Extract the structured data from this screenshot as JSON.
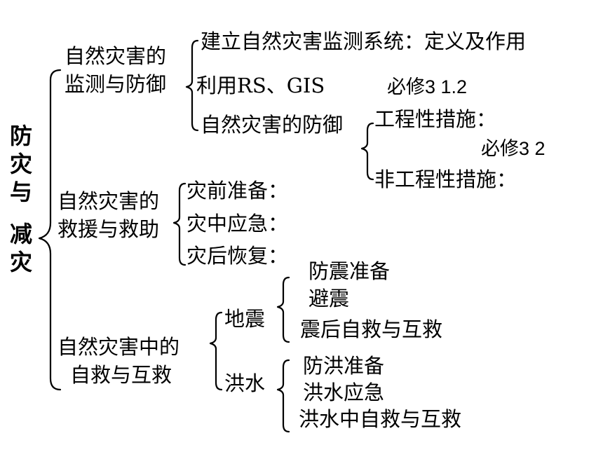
{
  "root": {
    "chars": [
      "防",
      "灾",
      "与",
      "减",
      "灾"
    ]
  },
  "branch1": {
    "title_line1": "自然灾害的",
    "title_line2": "监测与防御",
    "item1": "建立自然灾害监测系统：定义及作用",
    "item2_text": "利用RS、GIS",
    "item2_ref": "必修3  1.2",
    "item3": "自然灾害的防御",
    "sub1": "工程性措施：",
    "sub1_ref": "必修3  2",
    "sub2": "非工程性措施："
  },
  "branch2": {
    "title_line1": "自然灾害的",
    "title_line2": "救援与救助",
    "items": [
      "灾前准备：",
      "灾中应急：",
      "灾后恢复："
    ]
  },
  "branch3": {
    "title_line1": "自然灾害中的",
    "title_line2": "自救与互救",
    "earthquake": {
      "label": "地震",
      "items": [
        "防震准备",
        "避震",
        "震后自救与互救"
      ]
    },
    "flood": {
      "label": "洪水",
      "items": [
        "防洪准备",
        "洪水应急",
        "洪水中自救与互救"
      ]
    }
  }
}
